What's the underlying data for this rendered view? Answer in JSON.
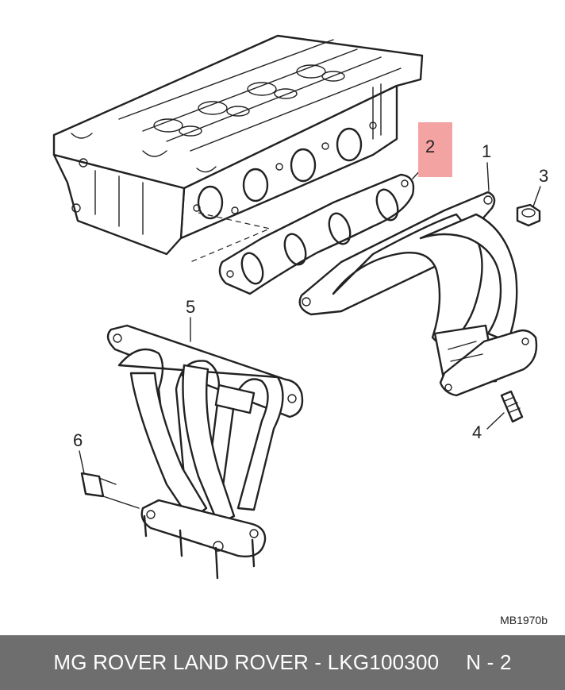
{
  "callouts": {
    "c1": "1",
    "c2": "2",
    "c3": "3",
    "c4": "4",
    "c5": "5",
    "c6": "6"
  },
  "highlight_color": "#f4a3a3",
  "reference": "MB1970b",
  "footer": {
    "brand": "MG ROVER LAND ROVER - LKG100300",
    "page": "N - 2",
    "background": "#6e6e6e"
  }
}
